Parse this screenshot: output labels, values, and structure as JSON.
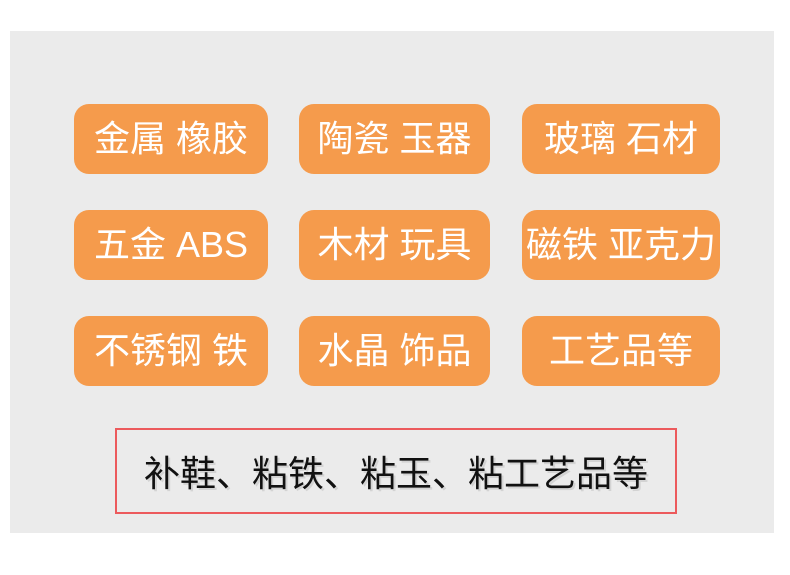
{
  "colors": {
    "page_background": "#ffffff",
    "panel_background": "#ebebeb",
    "badge_background": "#f59b4c",
    "badge_text": "#ffffff",
    "summary_border": "#ec5a5c",
    "summary_text": "#111111"
  },
  "badges": [
    {
      "label": "金属 橡胶"
    },
    {
      "label": "陶瓷 玉器"
    },
    {
      "label": "玻璃 石材"
    },
    {
      "label": "五金 ABS"
    },
    {
      "label": "木材 玩具"
    },
    {
      "label": "磁铁 亚克力"
    },
    {
      "label": "不锈钢 铁"
    },
    {
      "label": "水晶 饰品"
    },
    {
      "label": "工艺品等"
    }
  ],
  "summary_box": {
    "text": "补鞋、粘铁、粘玉、粘工艺品等"
  }
}
